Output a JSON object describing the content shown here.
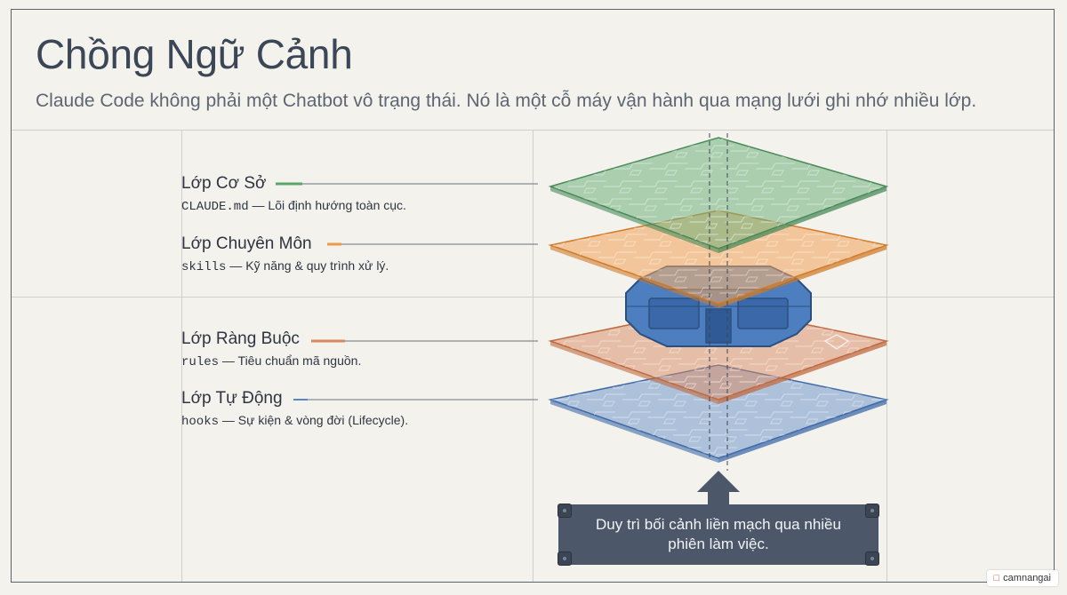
{
  "header": {
    "title": "Chồng Ngữ Cảnh",
    "subtitle": "Claude Code không phải một Chatbot vô trạng thái. Nó là một cỗ máy vận hành qua mạng lưới ghi nhớ nhiều lớp."
  },
  "layers": [
    {
      "name": "Lớp Cơ Sở",
      "code": "CLAUDE.md",
      "desc": " — Lõi định hướng toàn cục.",
      "color": "#5aa56a"
    },
    {
      "name": "Lớp Chuyên Môn",
      "code": "skills",
      "desc": " — Kỹ năng & quy trình xử lý.",
      "color": "#e89a48"
    },
    {
      "name": "Lớp Ràng Buộc",
      "code": "rules",
      "desc": " — Tiêu chuẩn mã nguồn.",
      "color": "#d98a62"
    },
    {
      "name": "Lớp Tự Động",
      "code": "hooks",
      "desc": " — Sự kiện & vòng đời (Lifecycle).",
      "color": "#5a86c4"
    }
  ],
  "callout": {
    "text": "Duy trì bối cảnh liền mạch qua nhiều phiên làm việc."
  },
  "watermark": {
    "text": "camnangai"
  }
}
